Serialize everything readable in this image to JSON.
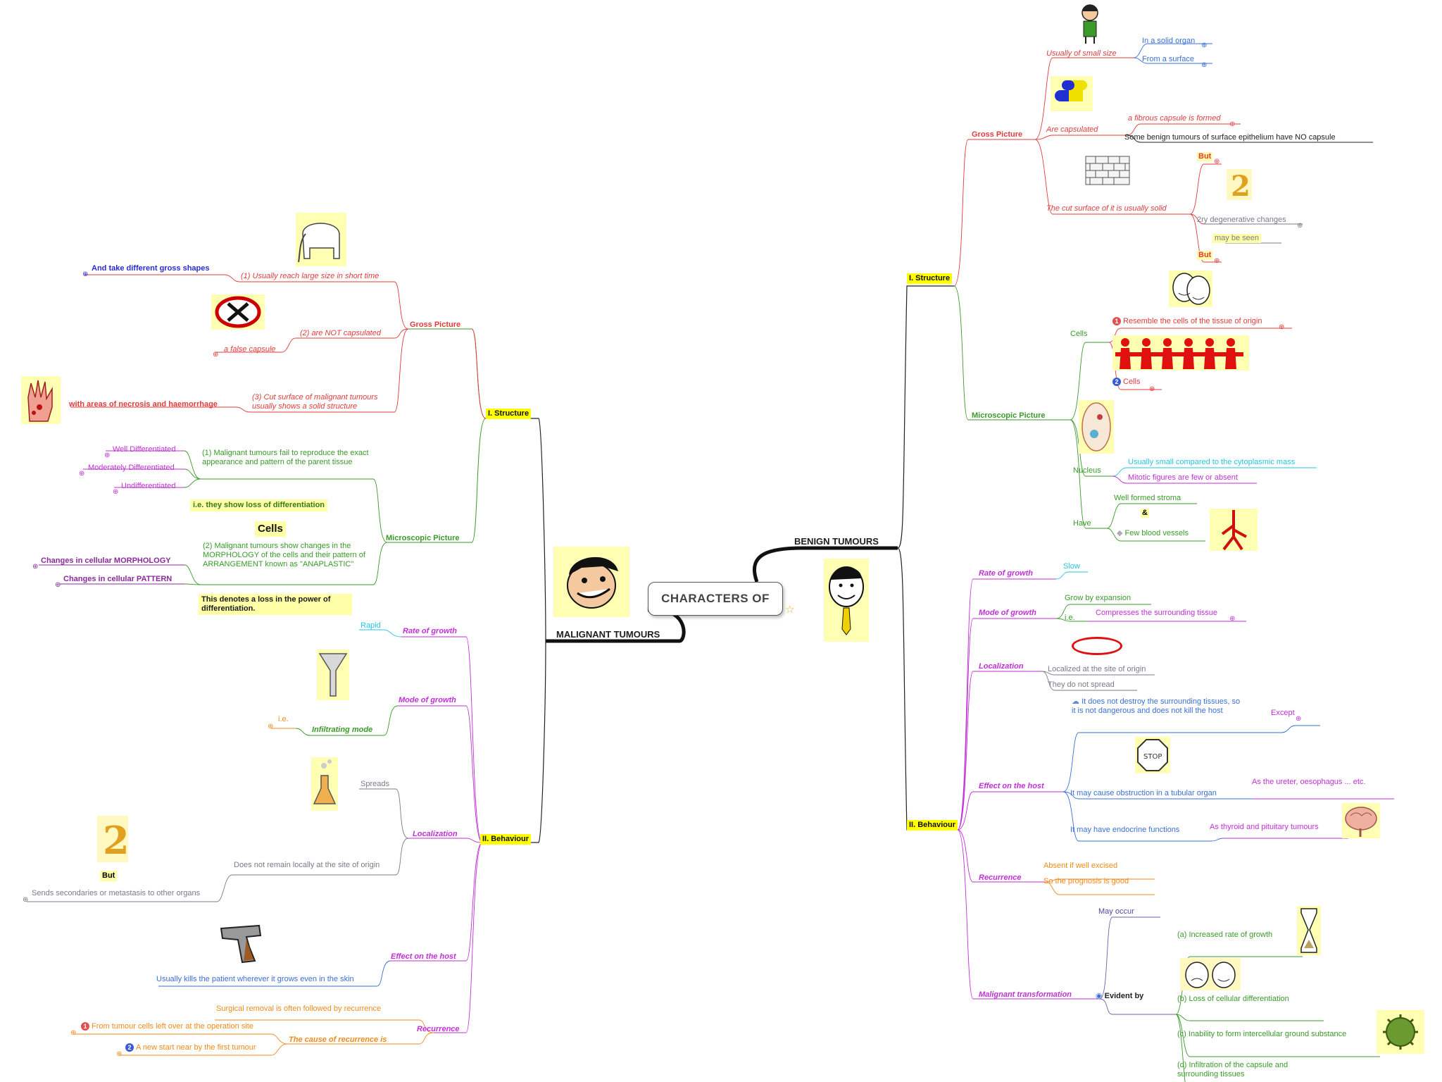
{
  "center": {
    "title": "CHARACTERS OF"
  },
  "malignant": {
    "title": "MALIGNANT TUMOURS",
    "structure": {
      "label": "I. Structure",
      "gross": {
        "label": "Gross Picture",
        "item1": "(1) Usually reach large size in short time",
        "item1_child": "And take different gross shapes",
        "item2": "(2)  are NOT capsulated",
        "item2_child": "a false capsule",
        "item3": "(3) Cut surface of malignant tumours usually shows a solid structure",
        "item3_child": "with areas of necrosis and haemorrhage"
      },
      "micro": {
        "label": "Microscopic Picture",
        "m1": "(1) Malignant tumours fail to reproduce the exact appearance and pattern of the parent tissue",
        "m1_children": [
          "Well Differentiated",
          "Moderately Differentiated",
          "Undifferentiated"
        ],
        "note1": "i.e. they show loss of differentiation",
        "cells": "Cells",
        "m2": "(2) Malignant tumours show changes in the MORPHOLOGY of the cells and their pattern of ARRANGEMENT known as \"ANAPLASTIC\"",
        "m2_children": [
          "Changes in cellular MORPHOLOGY",
          "Changes in cellular PATTERN"
        ],
        "note2": "This denotes a loss in the power of differentiation."
      }
    },
    "behaviour": {
      "label": "II. Behaviour",
      "rate": {
        "label": "Rate of growth",
        "value": "Rapid"
      },
      "mode": {
        "label": "Mode of growth",
        "value": "Infiltrating mode",
        "ie": "i.e."
      },
      "local": {
        "label": "Localization",
        "spreads": "Spreads",
        "notlocal": "Does not remain locally at the site of origin",
        "but": "But",
        "secondaries": "Sends secondaries or metastasis to other organs"
      },
      "effect": {
        "label": "Effect on the host",
        "value": "Usually kills the patient wherever it grows even in the skin"
      },
      "recur": {
        "label": "Recurrence",
        "surgical": "Surgical removal is often followed by recurrence",
        "cause": "The cause of recurrence is",
        "c1": "From tumour cells left over at the operation site",
        "c2": "A new start near by the first tumour"
      }
    }
  },
  "benign": {
    "title": "BENIGN TUMOURS",
    "structure": {
      "label": "I. Structure",
      "gross": {
        "label": "Gross Picture",
        "small": "Usually of small size",
        "small_children": [
          "In a solid organ",
          "From a surface"
        ],
        "caps": "Are capsulated",
        "caps_children": [
          "a fibrous capsule is formed",
          "Some benign tumours of surface epithelium have NO capsule"
        ],
        "cut": "The cut surface of it is usually solid",
        "but1": "But",
        "degen": "2ry degenerative changes",
        "seen": "may be seen",
        "but2": "But"
      },
      "micro": {
        "label": "Microscopic Picture",
        "cells": "Cells",
        "cells1": "Resemble the cells of the tissue of origin",
        "cells2": "Cells",
        "nucleus": "Nucleus",
        "nucleus1": "Usually small compared to the cytoplasmic mass",
        "nucleus2": "Mitotic figures are few or absent",
        "have": "Have",
        "have1": "Well formed stroma",
        "amp": "&",
        "have2": "Few blood vessels"
      }
    },
    "behaviour": {
      "label": "II. Behaviour",
      "rate": {
        "label": "Rate of growth",
        "value": "Slow"
      },
      "mode": {
        "label": "Mode of growth",
        "v1": "Grow by expansion",
        "ie": "i.e.",
        "v2": "Compresses the surrounding tissue"
      },
      "local": {
        "label": "Localization",
        "v1": "Localized at the site of origin",
        "v2": "They do not spread"
      },
      "effect": {
        "label": "Effect on the host",
        "e1": "It does not destroy the surrounding tissues, so it is not dangerous and does not kill the host",
        "except": "Except",
        "e2": "It  may cause obstruction in a tubular organ",
        "e2_child": "As the ureter, oesophagus ... etc.",
        "e3": "It may have endocrine functions",
        "e3_child": "As thyroid and pituitary tumours"
      },
      "recur": {
        "label": "Recurrence",
        "v1": "Absent if well excised",
        "v2": "So the prognosis is good"
      },
      "malig": {
        "label": "Malignant transformation",
        "may": "May occur",
        "evident": "Evident by",
        "a": "(a) Increased rate of growth",
        "b": "(b) Loss of cellular differentiation",
        "c": "(c) Inability to form intercellular ground substance",
        "d": "(d) Infiltration of the capsule and surrounding tissues"
      }
    }
  }
}
